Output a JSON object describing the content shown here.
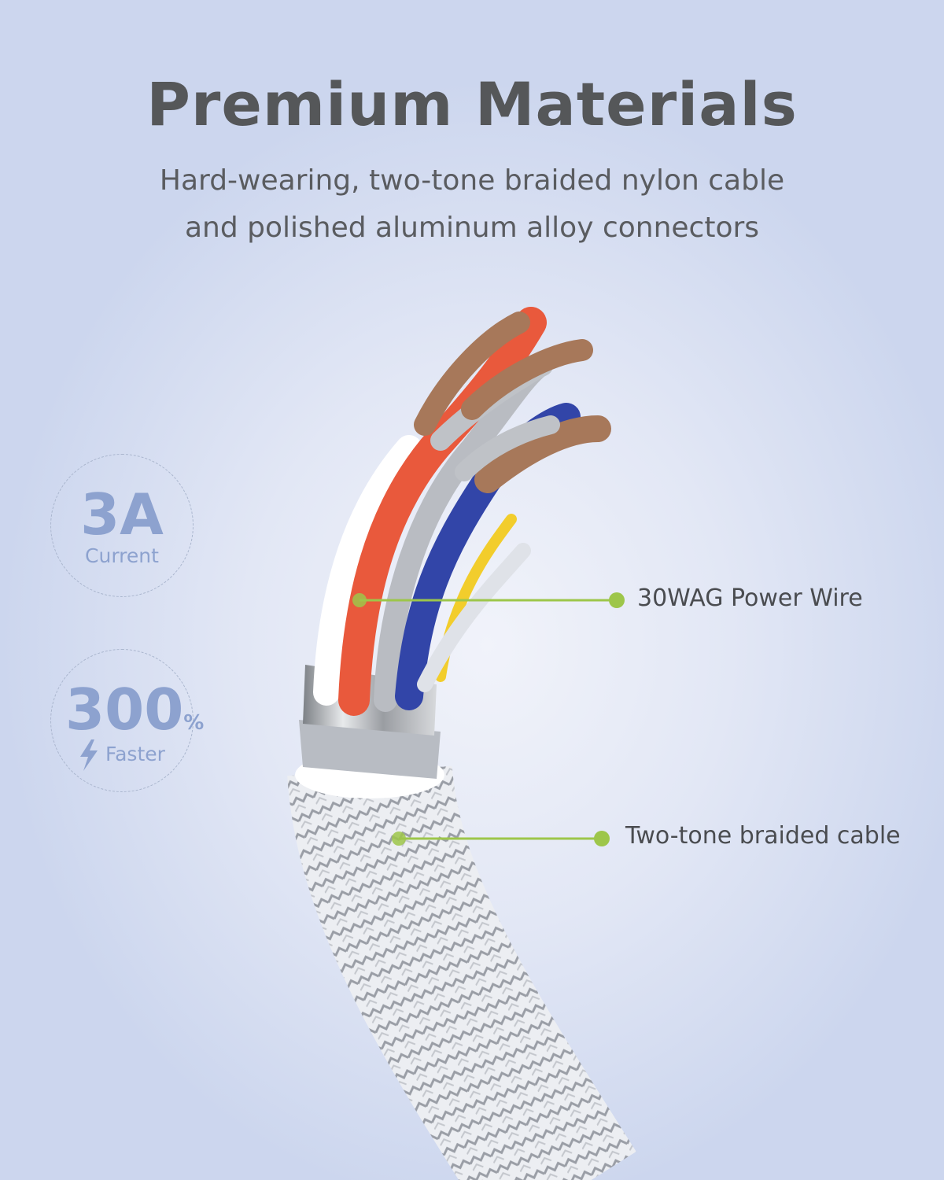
{
  "title": "Premium Materials",
  "subtitle": {
    "line1": "Hard-wearing, two-tone braided nylon cable",
    "line2": "and polished aluminum alloy connectors"
  },
  "badges": [
    {
      "value": "3A",
      "label": "Current"
    },
    {
      "value": "300",
      "unit": "%",
      "label": "Faster",
      "icon": "lightning-icon"
    }
  ],
  "callouts": [
    {
      "label": "30WAG Power Wire"
    },
    {
      "label": "Two-tone braided cable"
    }
  ],
  "colors": {
    "accent": "#9dc64a",
    "badge": "#8da2cf",
    "title": "#555759"
  }
}
